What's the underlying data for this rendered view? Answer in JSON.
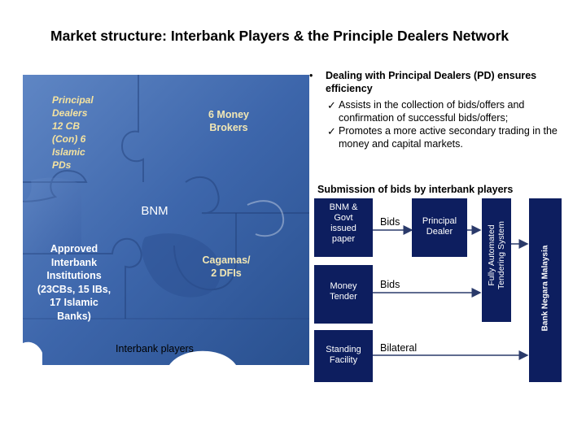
{
  "title": "Market structure: Interbank Players & the Principle Dealers Network",
  "puzzle": {
    "principal_dealers": [
      "Principal",
      "Dealers",
      "12 CB",
      "(Con) 6",
      "Islamic",
      "PDs"
    ],
    "money_brokers": [
      "6 Money",
      "Brokers"
    ],
    "bnm": "BNM",
    "approved_institutions": [
      "Approved",
      "Interbank",
      "Institutions",
      "(23CBs, 15 IBs,",
      "17 Islamic",
      "Banks)"
    ],
    "cagamas": [
      "Cagamas/",
      "2 DFIs"
    ],
    "caption": "Interbank players"
  },
  "bullets": {
    "marker": "•",
    "main": "Dealing with Principal Dealers (PD) ensures efficiency",
    "check_mark": "✓",
    "subs": [
      "Assists in the collection of bids/offers and confirmation of successful bids/offers;",
      "Promotes a more active secondary trading in the money and capital markets."
    ]
  },
  "submission_title": "Submission of bids by interbank players",
  "flow": {
    "boxes": {
      "bnm_govt": [
        "BNM &",
        "Govt",
        "issued",
        "paper"
      ],
      "money_tender": [
        "Money",
        "Tender"
      ],
      "standing_facility": [
        "Standing",
        "Facility"
      ],
      "principal_dealer": [
        "Principal",
        "Dealer"
      ],
      "fast": [
        "Fully Automated",
        "Tendering System"
      ],
      "bnm_full": "Bank Negara Malaysia"
    },
    "labels": {
      "bids1": "Bids",
      "bids2": "Bids",
      "bilateral": "Bilateral"
    }
  },
  "colors": {
    "navy": "#0d1e5f",
    "panel_blue": "#3a63a8",
    "gold_text": "#f2e7b4",
    "arrow": "#2a3a6a"
  }
}
